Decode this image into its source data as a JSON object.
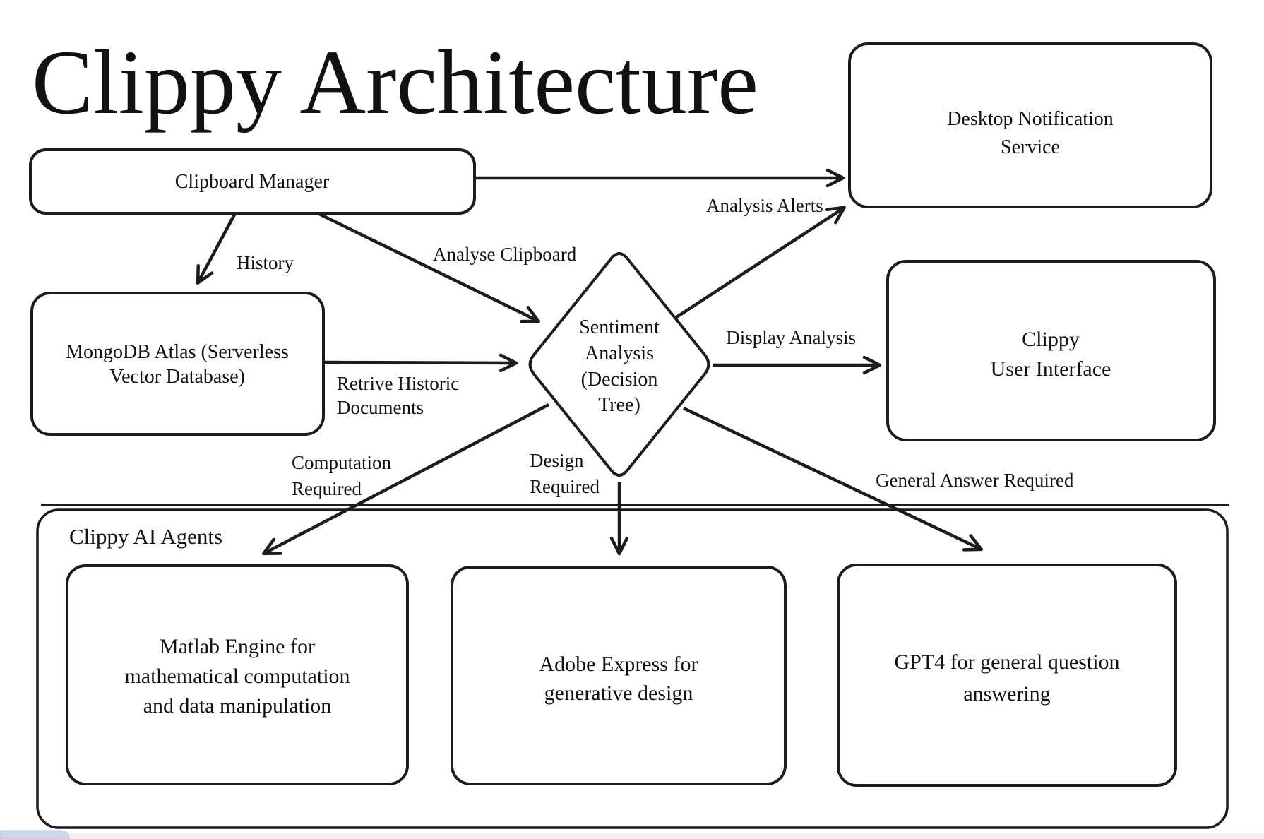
{
  "title": "Clippy Architecture",
  "nodes": {
    "clipboard_manager": {
      "label": "Clipboard Manager"
    },
    "desktop_notification": {
      "line1": "Desktop Notification",
      "line2": "Service"
    },
    "mongodb": {
      "line1": "MongoDB Atlas (Serverless",
      "line2": "Vector Database)"
    },
    "sentiment": {
      "line1": "Sentiment",
      "line2": "Analysis",
      "line3": "(Decision",
      "line4": "Tree)"
    },
    "clippy_ui": {
      "line1": "Clippy",
      "line2": "User Interface"
    },
    "agents_group": {
      "label": "Clippy AI Agents"
    },
    "matlab": {
      "line1": "Matlab Engine for",
      "line2": "mathematical computation",
      "line3": "and data manipulation"
    },
    "adobe": {
      "line1": "Adobe Express for",
      "line2": "generative design"
    },
    "gpt4": {
      "line1": "GPT4 for general question",
      "line2": "answering"
    }
  },
  "edges": {
    "history": {
      "label": "History"
    },
    "analyse_clipboard": {
      "label": "Analyse Clipboard"
    },
    "analysis_alerts": {
      "label": "Analysis Alerts"
    },
    "retrive_historic": {
      "line1": "Retrive Historic",
      "line2": "Documents"
    },
    "display_analysis": {
      "label": "Display Analysis"
    },
    "computation": {
      "line1": "Computation",
      "line2": "Required"
    },
    "design": {
      "line1": "Design",
      "line2": "Required"
    },
    "general_answer": {
      "label": "General Answer Required"
    }
  },
  "colors": {
    "stroke": "#1c1c1c",
    "background": "#ffffff",
    "corner_chip": "#ccd7eb",
    "bottom_strip": "#eef0f3"
  }
}
